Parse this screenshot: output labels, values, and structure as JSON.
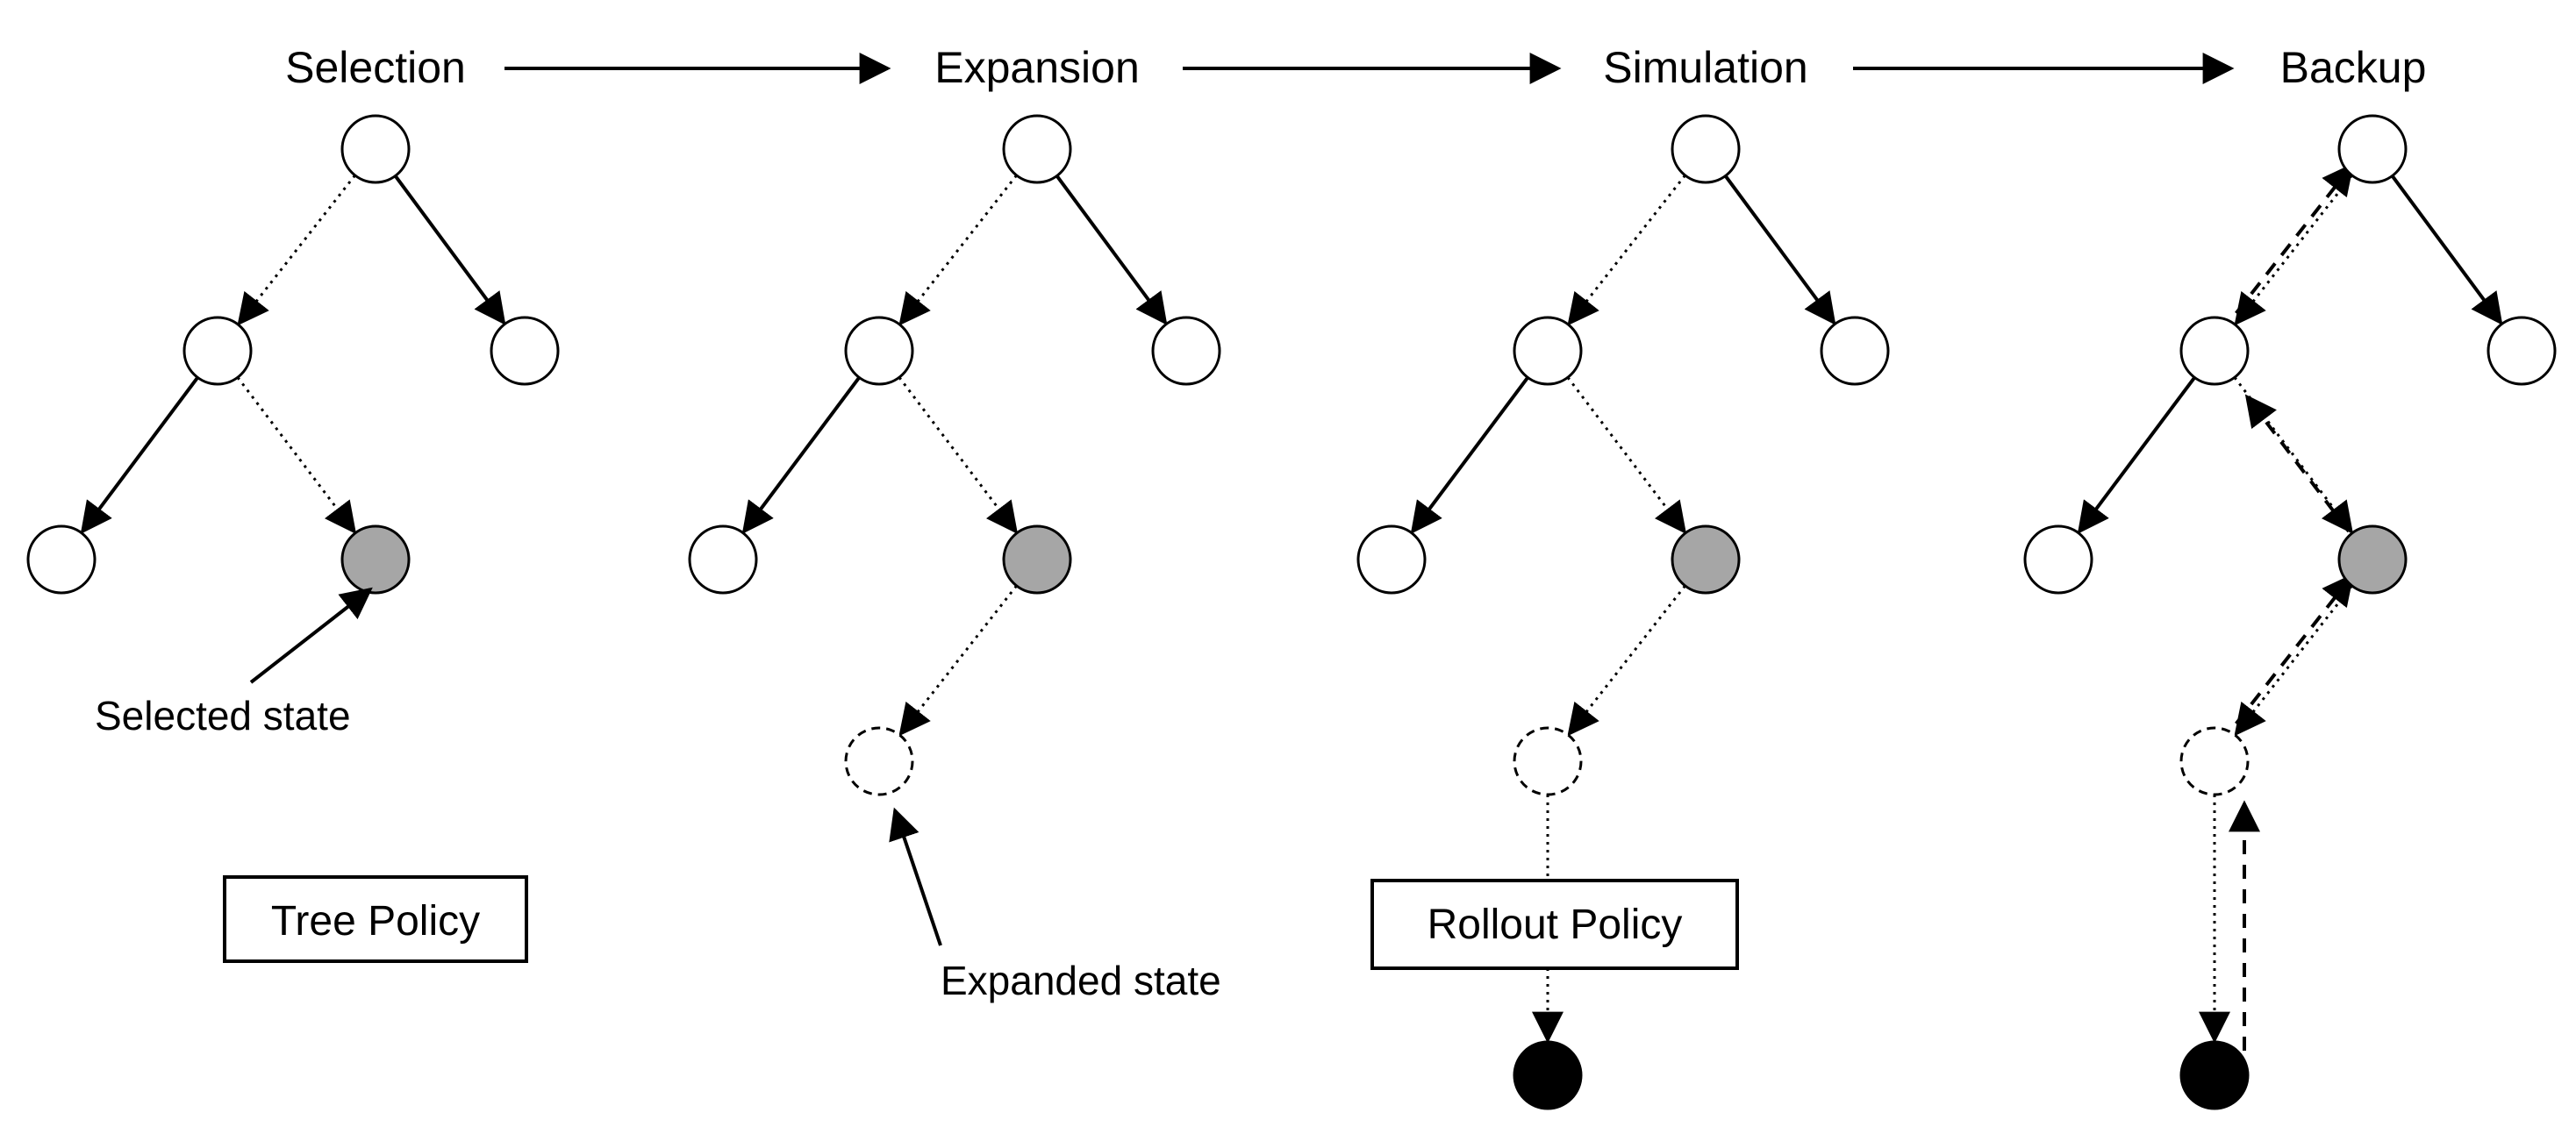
{
  "phases": [
    {
      "key": "selection",
      "label": "Selection"
    },
    {
      "key": "expansion",
      "label": "Expansion"
    },
    {
      "key": "simulation",
      "label": "Simulation"
    },
    {
      "key": "backup",
      "label": "Backup"
    }
  ],
  "annotations": {
    "selected_state": "Selected state",
    "expanded_state": "Expanded state"
  },
  "policies": {
    "tree_policy": "Tree Policy",
    "rollout_policy": "Rollout Policy"
  },
  "colors": {
    "stroke": "#000000",
    "node_fill": "#ffffff",
    "selected_fill": "#a6a6a6",
    "terminal_fill": "#000000"
  }
}
